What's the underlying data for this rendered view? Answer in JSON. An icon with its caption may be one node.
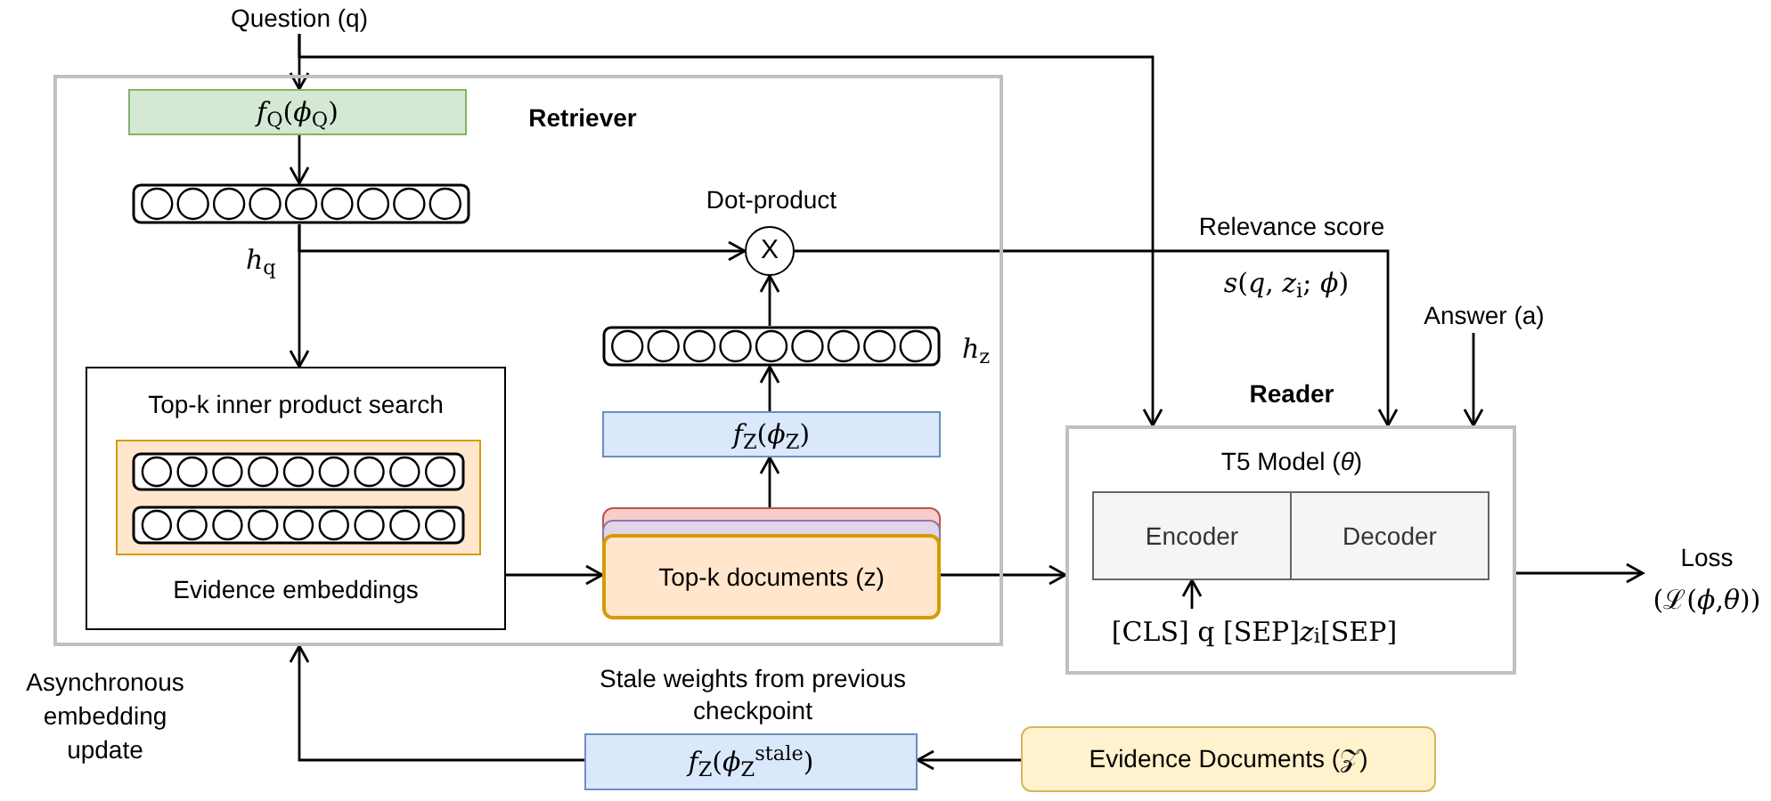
{
  "diagram": {
    "nodes": [
      {
        "text": [
          "Question (q)"
        ]
      },
      {
        "text": [
          "Retriever"
        ]
      },
      {
        "text": [
          "*f*$_{Q}$(*ϕ*$_{Q}$)"
        ],
        "in": 1
      },
      {
        "text": [],
        "shape": "bar",
        "in": 1,
        "beside": [
          "*h*$_{q}$"
        ]
      },
      {
        "text": [
          "X"
        ],
        "in": 1,
        "beside": [
          "Dot-product"
        ]
      },
      {
        "text": [],
        "shape": "bar",
        "in": 1,
        "beside": [
          "*h*$_{z}$"
        ]
      },
      {
        "text": [
          "*f*$_{Z}$(*ϕ*$_{Z}$)"
        ],
        "in": 1
      },
      {
        "text": [
          "Top-k documents (z)"
        ],
        "in": 1
      },
      {
        "text": [
          "Top-k inner product search",
          "Evidence embeddings"
        ],
        "in": 1
      },
      {
        "text": [],
        "shape": "box",
        "in": 8
      },
      {
        "text": [],
        "shape": "bar",
        "in": 9
      },
      {
        "text": [],
        "shape": "bar",
        "in": 9
      },
      {
        "text": [
          "Reader",
          "T5 Model (*θ*)"
        ]
      },
      {
        "text": [
          "Encoder"
        ],
        "in": 12
      },
      {
        "text": [
          "Decoder"
        ],
        "in": 12
      },
      {
        "text": [
          "Loss",
          "(ℒ(*ϕ*,*θ*))"
        ]
      },
      {
        "text": [
          "Answer (a)"
        ]
      },
      {
        "text": [
          "Evidence Documents (𝒵)"
        ]
      },
      {
        "text": [
          "*f*$_{Z}$(*ϕ*$_{Z}$$^{stale}$)"
        ],
        "beside": [
          "Stale weights from previous checkpoint"
        ]
      },
      {
        "text": [
          "[CLS] q [SEP]*z*$_{i}$[SEP]"
        ],
        "in": 12
      }
    ],
    "edges": [
      {
        "from": 0,
        "to": 2,
        "arrow": "to"
      },
      {
        "from": 0,
        "to": 12,
        "arrow": "to"
      },
      {
        "from": 2,
        "to": 3,
        "arrow": "to"
      },
      {
        "from": 3,
        "to": 4,
        "arrow": "to"
      },
      {
        "from": 3,
        "to": 8,
        "arrow": "to"
      },
      {
        "from": 5,
        "to": 4,
        "arrow": "to"
      },
      {
        "from": 6,
        "to": 5,
        "arrow": "to"
      },
      {
        "from": 7,
        "to": 6,
        "arrow": "to"
      },
      {
        "from": 8,
        "to": 7,
        "arrow": "to"
      },
      {
        "from": 7,
        "to": 12,
        "arrow": "to"
      },
      {
        "from": 4,
        "to": 12,
        "arrow": "to",
        "label": "Relevance score"
      },
      {
        "from": 16,
        "to": 12,
        "arrow": "to"
      },
      {
        "from": 12,
        "to": 15,
        "arrow": "to"
      },
      {
        "from": 19,
        "to": 13,
        "arrow": "to"
      },
      {
        "from": 17,
        "to": 18,
        "arrow": "to"
      },
      {
        "from": 18,
        "to": 1,
        "arrow": "to",
        "label": "Asynchronous embedding update"
      }
    ],
    "labels": [
      "*s*(*q*, *z*$_{i}$; *ϕ*)"
    ]
  }
}
